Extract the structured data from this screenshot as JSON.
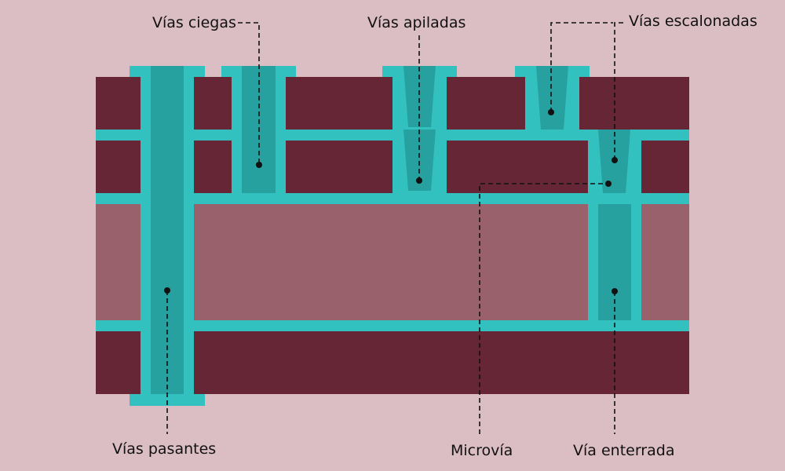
{
  "labels": {
    "blind": "Vías ciegas",
    "stacked": "Vías apiladas",
    "staggered": "Vías escalonadas",
    "through": "Vías pasantes",
    "micro": "Microvía",
    "buried": "Vía enterrada"
  },
  "colors": {
    "background": "#dbbec3",
    "prepreg": "#662636",
    "core": "#98616c",
    "copper": "#33c1c0",
    "via_fill": "#26a19f",
    "leader": "#111111"
  }
}
